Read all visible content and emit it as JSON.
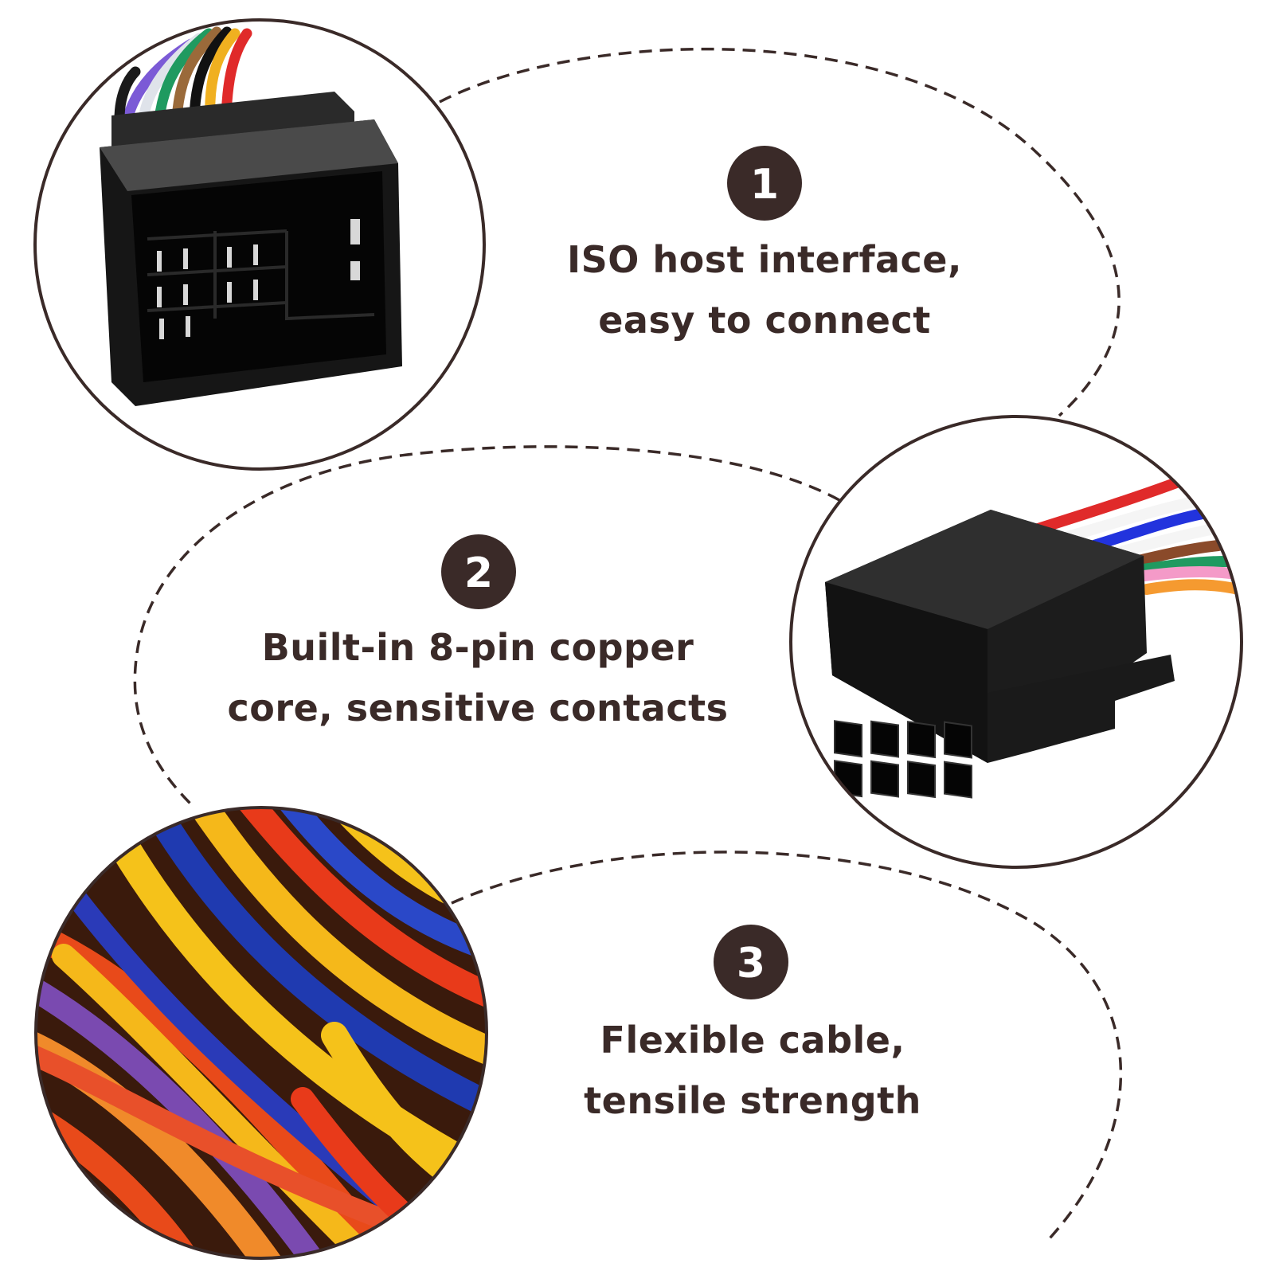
{
  "colors": {
    "accent": "#3a2a28",
    "outline": "#3a2a28",
    "background": "#ffffff"
  },
  "features": [
    {
      "number": "1",
      "line1": "ISO host interface,",
      "line2": "easy to connect",
      "image": "square-iso-connector-with-wires"
    },
    {
      "number": "2",
      "line1": "Built-in 8-pin copper",
      "line2": "core, sensitive contacts",
      "image": "8-pin-iso-plug-with-colored-wires"
    },
    {
      "number": "3",
      "line1": "Flexible cable,",
      "line2": "tensile strength",
      "image": "colorful-cable-bundle-closeup"
    }
  ]
}
